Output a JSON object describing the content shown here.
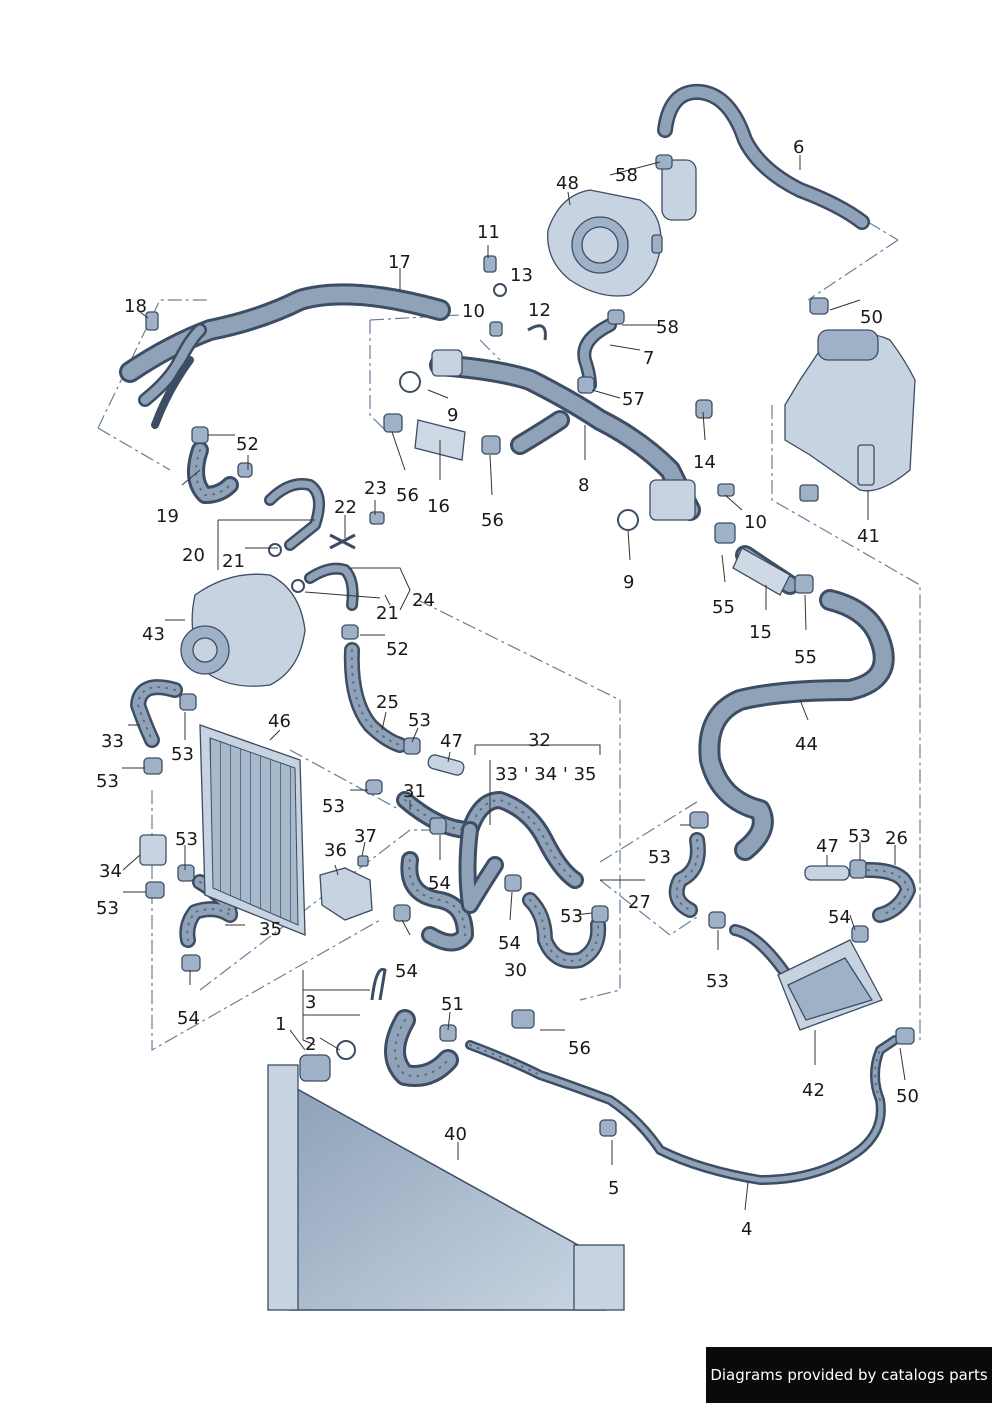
{
  "callouts": [
    "1",
    "2",
    "3",
    "4",
    "5",
    "6",
    "7",
    "8",
    "9",
    "9",
    "10",
    "10",
    "11",
    "12",
    "13",
    "14",
    "15",
    "16",
    "17",
    "18",
    "19",
    "20",
    "21",
    "21",
    "22",
    "23",
    "24",
    "25",
    "26",
    "27",
    "30",
    "31",
    "32",
    "33",
    "33 ' 34 ' 35",
    "34",
    "35",
    "36",
    "37",
    "40",
    "41",
    "42",
    "43",
    "44",
    "46",
    "47",
    "47",
    "48",
    "50",
    "50",
    "51",
    "52",
    "52",
    "53",
    "53",
    "53",
    "53",
    "53",
    "53",
    "53",
    "53",
    "53",
    "53",
    "54",
    "54",
    "54",
    "54",
    "54",
    "55",
    "55",
    "56",
    "56",
    "56",
    "57",
    "58",
    "58"
  ],
  "footer": {
    "text": "Diagrams provided by catalogs parts"
  },
  "colors": {
    "part_fill": "#c7d3e1",
    "outline": "#3d4d63",
    "leader_dash": "#6a7f99",
    "footer_bg": "#0a0a0a"
  }
}
